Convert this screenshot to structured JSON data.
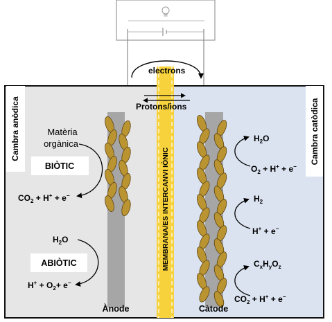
{
  "labels": {
    "electrons": "electrons",
    "protons": "Protons/ions",
    "membrane": "MEMBRANA/ES INTERCANVI IÒNIC",
    "anode_chamber": "Cambra anòdica",
    "cathode_chamber": "Cambra catòdica",
    "anode": "Ànode",
    "cathode": "Càtode",
    "organic_1": "Matèria",
    "organic_2": "orgànica",
    "biotic": "BIÒTIC",
    "abiotic": "ABIÒTIC"
  },
  "reactions": {
    "anode_biotic_products": [
      "CO",
      "2",
      " + H",
      "+",
      " + e",
      "−"
    ],
    "anode_abiotic_reactant": [
      "H",
      "2",
      "O"
    ],
    "anode_abiotic_products": [
      "H",
      "+",
      " +  O",
      "2",
      "+ e",
      "−"
    ],
    "cathode_1_product": [
      "H",
      "2",
      "O"
    ],
    "cathode_1_reactants": [
      "O",
      "2",
      " + H",
      "+",
      " + e",
      "−"
    ],
    "cathode_2_product": [
      "H",
      "2"
    ],
    "cathode_2_reactants": [
      "H",
      "+",
      " + e",
      "−"
    ],
    "cathode_3_product": [
      "C",
      "x",
      "H",
      "y",
      "O",
      "z"
    ],
    "cathode_3_reactants": [
      "CO",
      "2",
      " + H",
      "+",
      " + e",
      "−"
    ]
  },
  "colors": {
    "anode_chamber": "#e6e6e6",
    "cathode_chamber": "#dbe3f1",
    "electrode": "#a6a6a6",
    "membrane": "#f7d23c",
    "bacteria": "#bb9432",
    "bacteria_edge": "#5c4410"
  },
  "icons": {
    "bulb": "lightbulb-icon",
    "battery": "battery-icon"
  }
}
